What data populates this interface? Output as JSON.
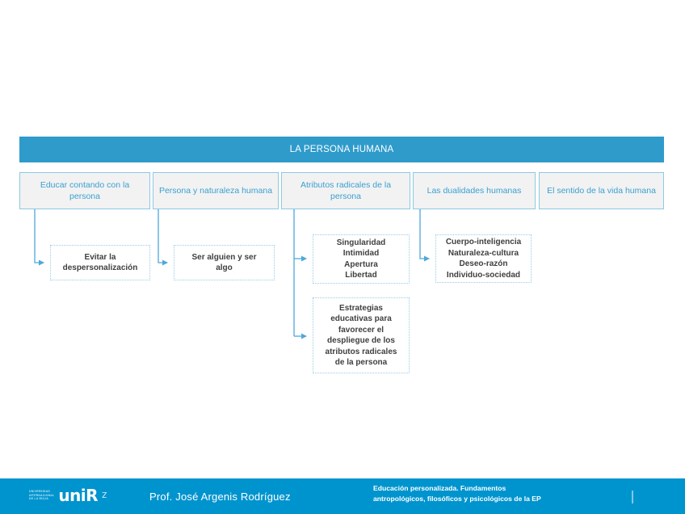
{
  "slide": {
    "title": "LA PERSONA HUMANA",
    "accent_color": "#2E9BCB",
    "footer_color": "#0094CE",
    "category_box_fill": "#F2F2F2",
    "category_text_color": "#3AA0D1",
    "detail_border_color": "#9ACBE8"
  },
  "categories": [
    {
      "label": "Educar contando con la persona"
    },
    {
      "label": "Persona y naturaleza humana"
    },
    {
      "label": "Atributos radicales de la persona"
    },
    {
      "label": "Las dualidades humanas"
    },
    {
      "label": "El sentido de la vida humana"
    }
  ],
  "details": [
    {
      "lines": [
        "Evitar la",
        "despersonalización"
      ]
    },
    {
      "lines": [
        "Ser alguien y ser",
        "algo"
      ]
    },
    {
      "lines": [
        "Singularidad",
        "Intimidad",
        "Apertura",
        "Libertad"
      ]
    },
    {
      "lines": [
        "Estrategias",
        "educativas para",
        "favorecer el",
        "despliegue de los",
        "atributos radicales",
        "de la persona"
      ]
    },
    {
      "lines": [
        "Cuerpo-inteligencia",
        "Naturaleza-cultura",
        "Deseo-razón",
        "Individuo-sociedad"
      ]
    }
  ],
  "footer": {
    "logo_subtitle_lines": [
      "UNIVERSIDAD",
      "INTERNACIONAL",
      "DE LA RIOJA"
    ],
    "logo_wordmark": "uniR",
    "logo_mark": "z",
    "author": "Prof. José Argenis Rodríguez",
    "course_lines": [
      "Educación personalizada. Fundamentos",
      "antropológicos, filosóficos y psicológicos de la EP"
    ]
  }
}
